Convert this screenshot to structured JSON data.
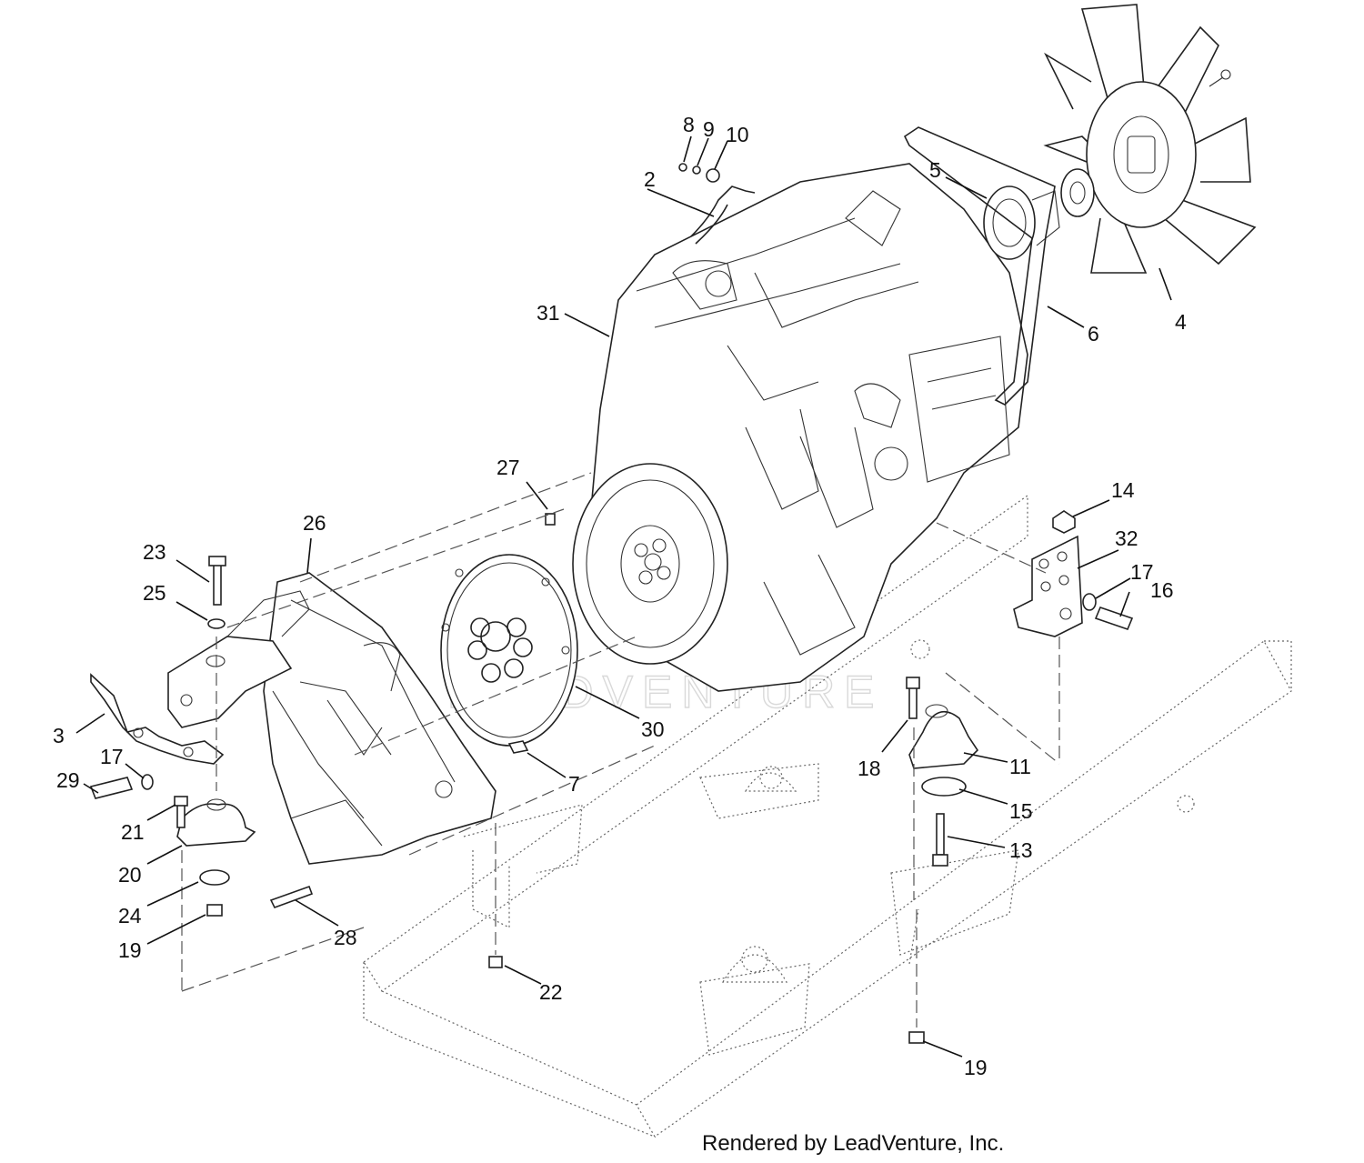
{
  "footer_text": "Rendered by LeadVenture, Inc.",
  "watermark_text": "LEADVENTURE",
  "callouts": [
    {
      "id": "c2",
      "label": "2"
    },
    {
      "id": "c3",
      "label": "3"
    },
    {
      "id": "c4",
      "label": "4"
    },
    {
      "id": "c5",
      "label": "5"
    },
    {
      "id": "c6",
      "label": "6"
    },
    {
      "id": "c7",
      "label": "7"
    },
    {
      "id": "c8",
      "label": "8"
    },
    {
      "id": "c9",
      "label": "9"
    },
    {
      "id": "c10",
      "label": "10"
    },
    {
      "id": "c11",
      "label": "11"
    },
    {
      "id": "c13",
      "label": "13"
    },
    {
      "id": "c14",
      "label": "14"
    },
    {
      "id": "c15",
      "label": "15"
    },
    {
      "id": "c16",
      "label": "16"
    },
    {
      "id": "c17a",
      "label": "17"
    },
    {
      "id": "c17b",
      "label": "17"
    },
    {
      "id": "c18",
      "label": "18"
    },
    {
      "id": "c19a",
      "label": "19"
    },
    {
      "id": "c19b",
      "label": "19"
    },
    {
      "id": "c20",
      "label": "20"
    },
    {
      "id": "c21",
      "label": "21"
    },
    {
      "id": "c22",
      "label": "22"
    },
    {
      "id": "c23",
      "label": "23"
    },
    {
      "id": "c24",
      "label": "24"
    },
    {
      "id": "c25",
      "label": "25"
    },
    {
      "id": "c26",
      "label": "26"
    },
    {
      "id": "c27",
      "label": "27"
    },
    {
      "id": "c28",
      "label": "28"
    },
    {
      "id": "c29",
      "label": "29"
    },
    {
      "id": "c30",
      "label": "30"
    },
    {
      "id": "c31",
      "label": "31"
    },
    {
      "id": "c32",
      "label": "32"
    }
  ]
}
